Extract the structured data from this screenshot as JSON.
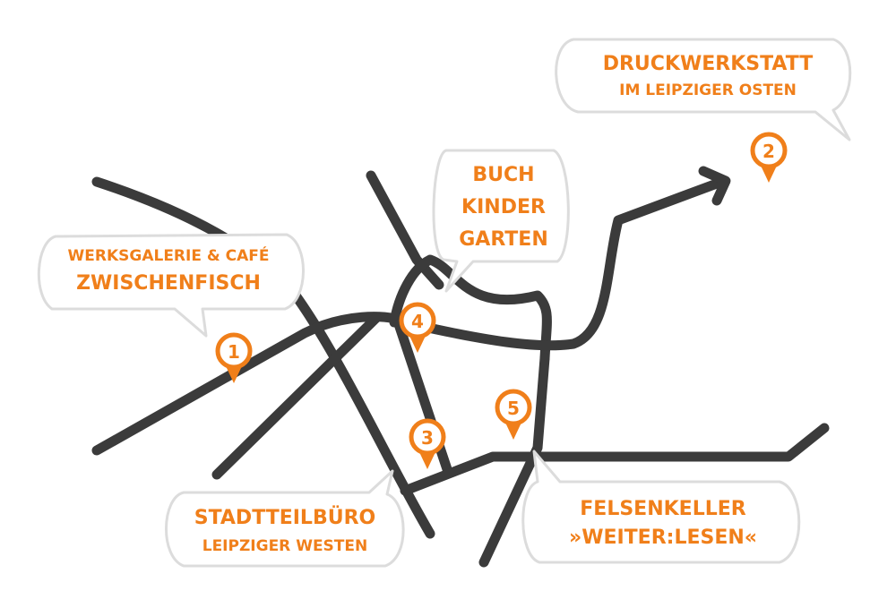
{
  "colors": {
    "road": "#3b3b3b",
    "accent": "#f07f1a",
    "bubble_fill": "#ffffff",
    "bubble_stroke": "#dcdcdc"
  },
  "markers": [
    {
      "number": "1"
    },
    {
      "number": "2"
    },
    {
      "number": "3"
    },
    {
      "number": "4"
    },
    {
      "number": "5"
    }
  ],
  "callouts": {
    "werksgalerie": {
      "line1": "WERKSGALERIE & CAFÉ",
      "line2": "ZWISCHENFISCH"
    },
    "druckwerkstatt": {
      "line1": "DRUCKWERKSTATT",
      "line2": "IM LEIPZIGER OSTEN"
    },
    "buchkindergarten": {
      "line1": "BUCH",
      "line2": "KINDER",
      "line3": "GARTEN"
    },
    "stadtteilbuero": {
      "line1": "STADTTEILBÜRO",
      "line2": "LEIPZIGER WESTEN"
    },
    "felsenkeller": {
      "line1": "FELSENKELLER",
      "line2": "»WEITER:LESEN«"
    }
  }
}
